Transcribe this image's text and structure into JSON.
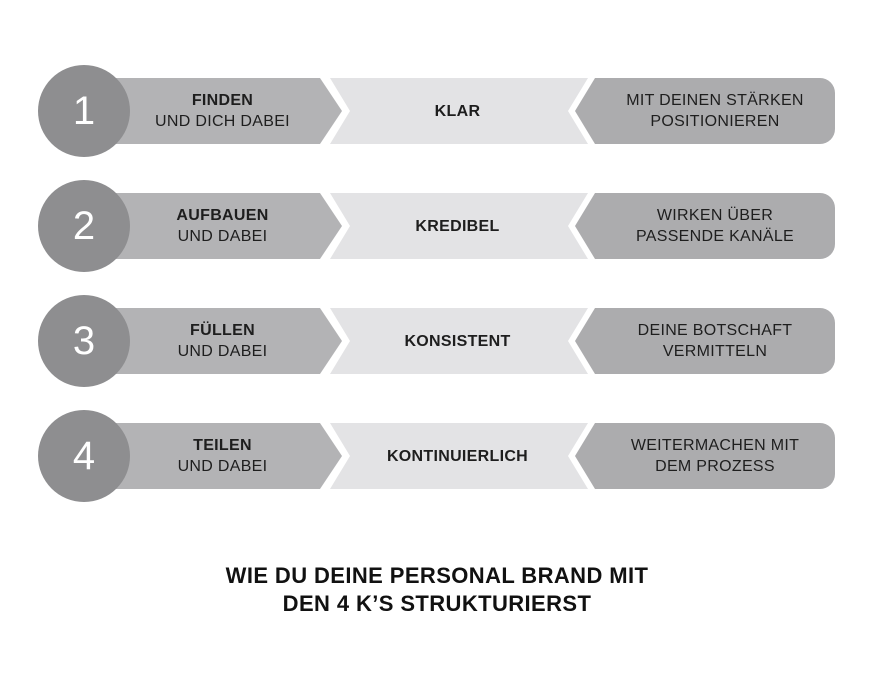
{
  "colors": {
    "circle": "#8e8e90",
    "left_segment": "#b3b3b5",
    "middle_segment": "#e3e3e5",
    "right_segment": "#acacae",
    "text": "#1e1e1e"
  },
  "steps": [
    {
      "number": "1",
      "left": {
        "line1": "FINDEN",
        "line2": "UND DICH DABEI"
      },
      "middle": "KLAR",
      "right": {
        "line1": "MIT DEINEN STÄRKEN",
        "line2": "POSITIONIEREN"
      }
    },
    {
      "number": "2",
      "left": {
        "line1": "AUFBAUEN",
        "line2": "UND DABEI"
      },
      "middle": "KREDIBEL",
      "right": {
        "line1": "WIRKEN ÜBER",
        "line2": "PASSENDE KANÄLE"
      }
    },
    {
      "number": "3",
      "left": {
        "line1": "FÜLLEN",
        "line2": "UND DABEI"
      },
      "middle": "KONSISTENT",
      "right": {
        "line1": "DEINE BOTSCHAFT",
        "line2": "VERMITTELN"
      }
    },
    {
      "number": "4",
      "left": {
        "line1": "TEILEN",
        "line2": "UND DABEI"
      },
      "middle": "KONTINUIERLICH",
      "right": {
        "line1": "WEITERMACHEN MIT",
        "line2": "DEM PROZESS"
      }
    }
  ],
  "caption": {
    "line1": "WIE DU DEINE PERSONAL BRAND MIT",
    "line2": "DEN 4 K’S STRUKTURIERST"
  }
}
